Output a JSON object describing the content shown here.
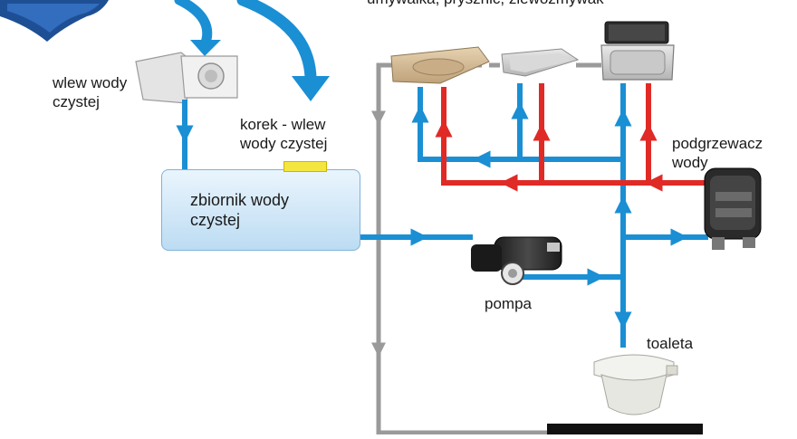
{
  "labels": {
    "sinks": "umywalka, prysznic, zlewozmywak",
    "fill_inlet": "wlew wody\nczystej",
    "fill_cap": "korek - wlew\nwody czystej",
    "tank": "zbiornik wody\nczystej",
    "heater": "podgrzewacz\nwody",
    "pump": "pompa",
    "toilet": "toaleta"
  },
  "colors": {
    "cold_water": "#1a8fd4",
    "hot_water": "#e02a26",
    "drain": "#9a9a9a",
    "tank_cap": "#f3e640"
  },
  "icons": [
    "blue-logo-icon",
    "fill-inlet-icon",
    "pump-icon",
    "water-heater-icon",
    "toilet-icon",
    "washbasin-icon",
    "shower-tray-icon",
    "kitchen-sink-icon"
  ]
}
